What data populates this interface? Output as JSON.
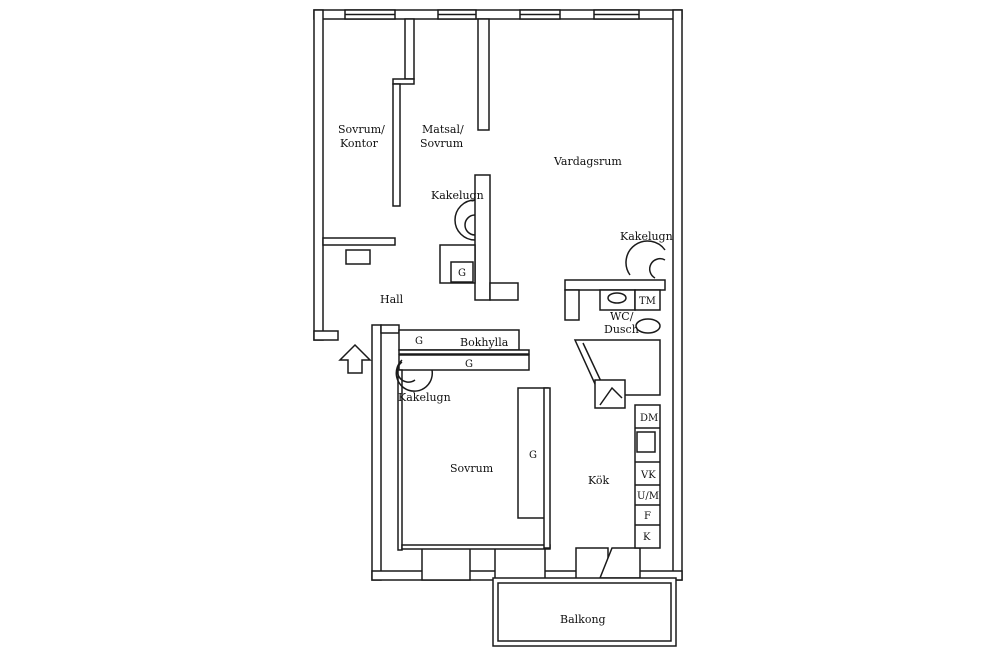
{
  "rooms": {
    "sovrum_kontor_1": "Sovrum/",
    "sovrum_kontor_2": "Kontor",
    "matsal_1": "Matsal/",
    "matsal_2": "Sovrum",
    "vardagsrum": "Vardagsrum",
    "hall": "Hall",
    "sovrum": "Sovrum",
    "kok": "Kök",
    "wc_1": "WC/",
    "wc_2": "Dusch",
    "balkong": "Balkong"
  },
  "fixtures": {
    "kakelugn_1": "Kakelugn",
    "kakelugn_2": "Kakelugn",
    "kakelugn_3": "Kakelugn",
    "g_hall": "G",
    "g_closet_1": "G",
    "g_closet_2": "G",
    "g_sovrum": "G",
    "bokhylla": "Bokhylla",
    "tm": "TM",
    "dm": "DM",
    "vk": "VK",
    "um": "U/M",
    "f": "F",
    "k": "K"
  }
}
